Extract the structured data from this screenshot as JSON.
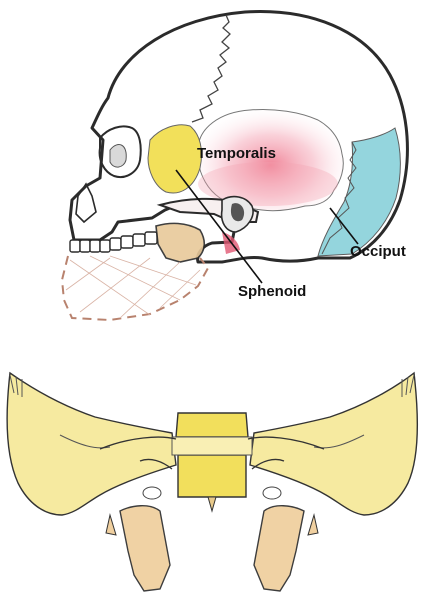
{
  "labels": {
    "temporalis": "Temporalis",
    "occiput": "Occiput",
    "sphenoid": "Sphenoid"
  },
  "colors": {
    "outline": "#2b2b2b",
    "sphenoid_yellow": "#f2e05a",
    "occiput_blue": "#8fd3dc",
    "temporalis_pink": "#f2a7b4",
    "jaw_dashed": "#b8826e"
  },
  "illustrations": {
    "top": "skull-lateral-view",
    "bottom": "sphenoid-bone-posterior-view"
  }
}
